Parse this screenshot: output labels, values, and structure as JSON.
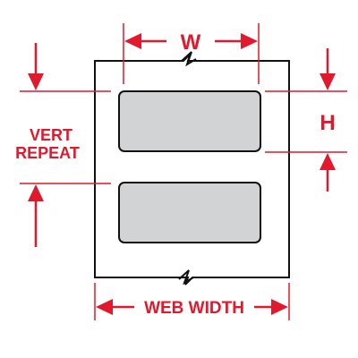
{
  "diagram": {
    "labels": {
      "width": "W",
      "height": "H",
      "vert_repeat_line1": "VERT",
      "vert_repeat_line2": "REPEAT",
      "web_width": "WEB WIDTH"
    },
    "colors": {
      "dimension": "#e0192c",
      "outline": "#111111",
      "label_fill": "#d2d3d5",
      "background": "#ffffff"
    }
  }
}
